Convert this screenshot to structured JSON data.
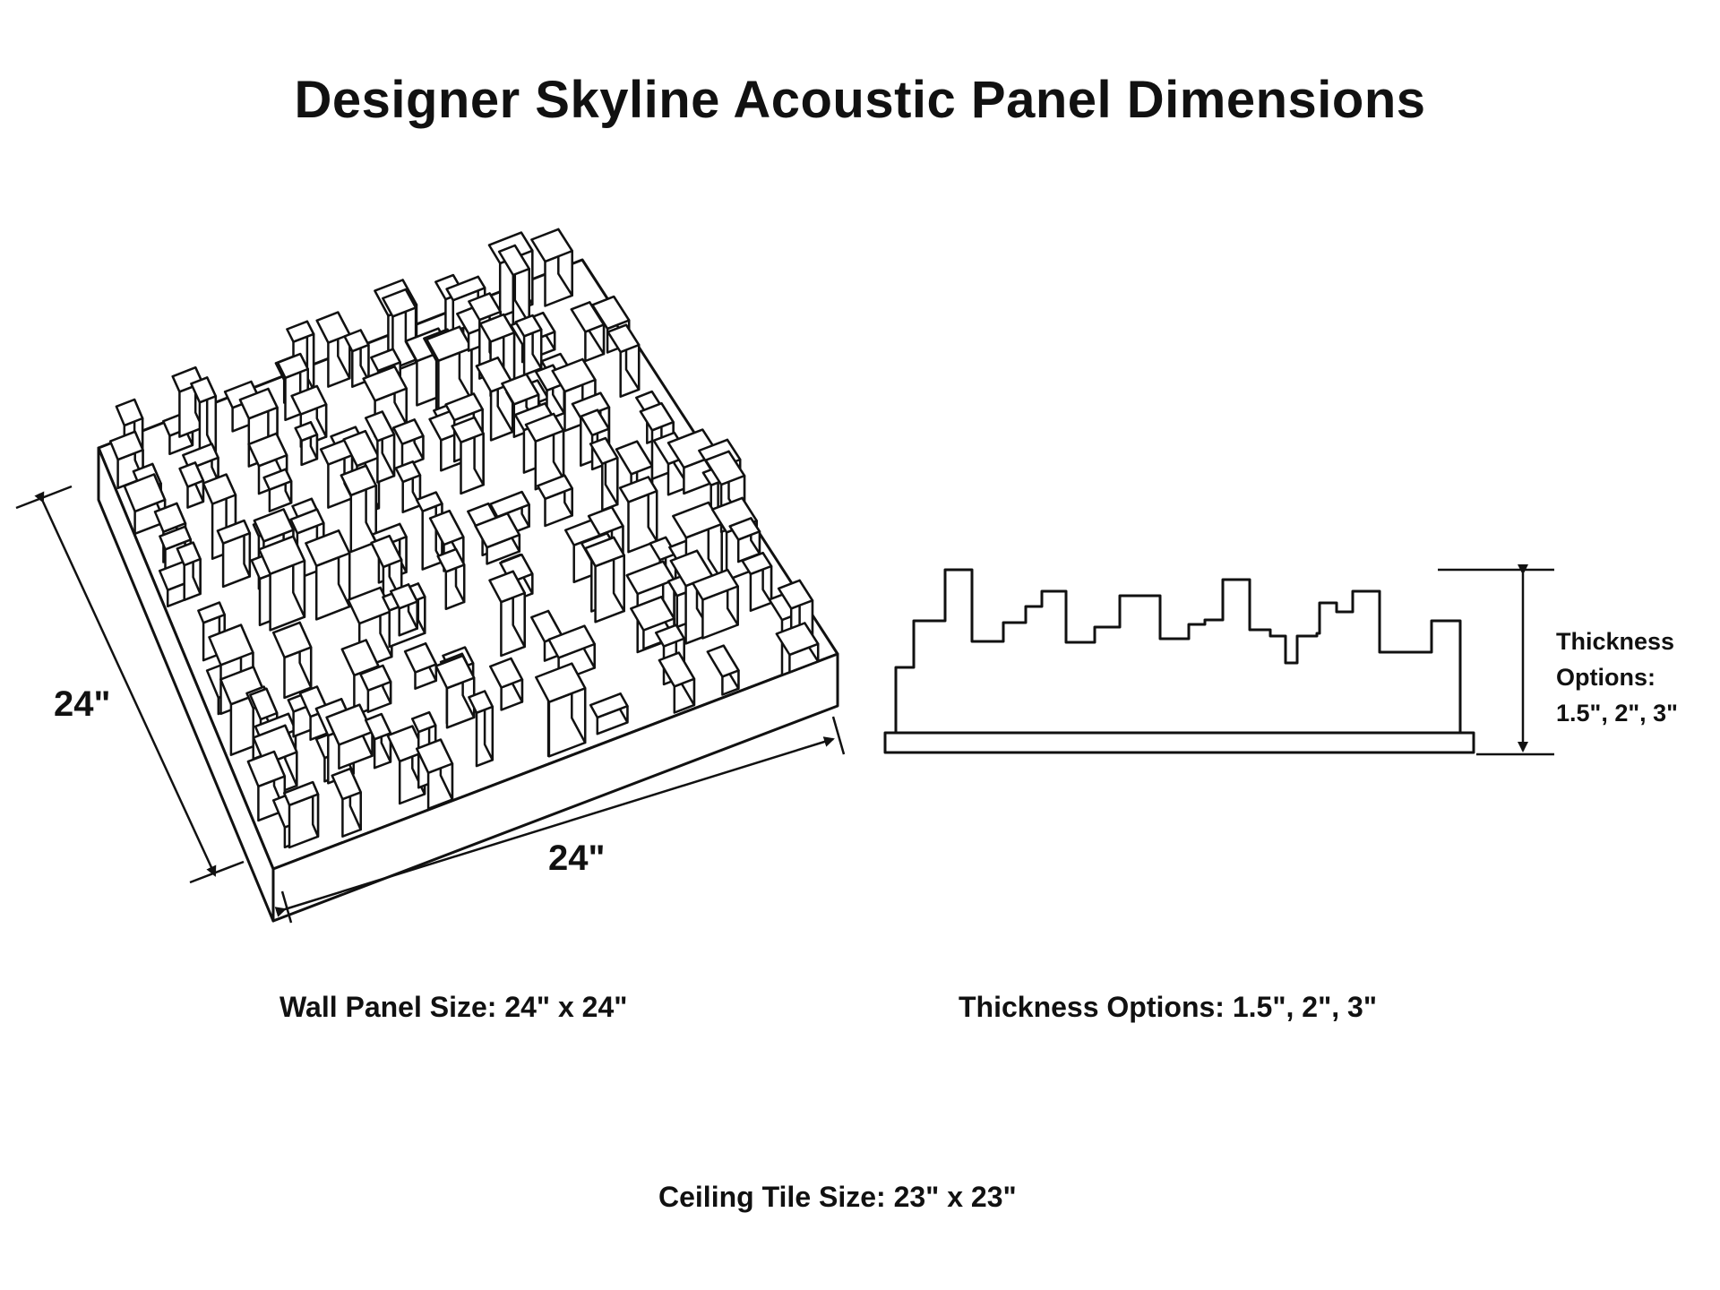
{
  "title": "Designer Skyline Acoustic Panel Dimensions",
  "isometric_view": {
    "height_label": "24\"",
    "width_label": "24\""
  },
  "profile_view": {
    "note_lines": [
      "Thickness",
      "Options:",
      "1.5\", 2\", 3\""
    ]
  },
  "captions": {
    "wall_panel": "Wall Panel Size: 24\" x 24\"",
    "thickness": "Thickness Options: 1.5\", 2\", 3\"",
    "ceiling_tile": "Ceiling Tile Size: 23\" x 23\""
  },
  "colors": {
    "line": "#111111",
    "background": "#ffffff"
  }
}
